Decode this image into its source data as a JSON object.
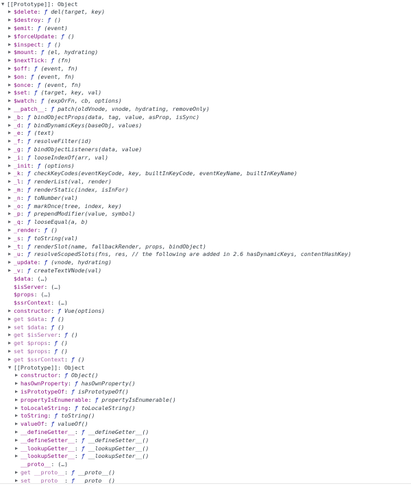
{
  "colors": {
    "key": "#881280",
    "function_keyword": "#0d22aa",
    "text": "#303942"
  },
  "rows": [
    {
      "indent": 0,
      "triangle": "down",
      "key": "[[Prototype]]",
      "value": "Object",
      "kind": "proto"
    },
    {
      "indent": 1,
      "triangle": "right",
      "key": "$delete",
      "value": "del(target, key)",
      "kind": "fn"
    },
    {
      "indent": 1,
      "triangle": "right",
      "key": "$destroy",
      "value": "()",
      "kind": "fn"
    },
    {
      "indent": 1,
      "triangle": "right",
      "key": "$emit",
      "value": "(event)",
      "kind": "fn"
    },
    {
      "indent": 1,
      "triangle": "right",
      "key": "$forceUpdate",
      "value": "()",
      "kind": "fn"
    },
    {
      "indent": 1,
      "triangle": "right",
      "key": "$inspect",
      "value": "()",
      "kind": "fn"
    },
    {
      "indent": 1,
      "triangle": "right",
      "key": "$mount",
      "value": "(el, hydrating)",
      "kind": "fn"
    },
    {
      "indent": 1,
      "triangle": "right",
      "key": "$nextTick",
      "value": "(fn)",
      "kind": "fn"
    },
    {
      "indent": 1,
      "triangle": "right",
      "key": "$off",
      "value": "(event, fn)",
      "kind": "fn"
    },
    {
      "indent": 1,
      "triangle": "right",
      "key": "$on",
      "value": "(event, fn)",
      "kind": "fn"
    },
    {
      "indent": 1,
      "triangle": "right",
      "key": "$once",
      "value": "(event, fn)",
      "kind": "fn"
    },
    {
      "indent": 1,
      "triangle": "right",
      "key": "$set",
      "value": "(target, key, val)",
      "kind": "fn"
    },
    {
      "indent": 1,
      "triangle": "right",
      "key": "$watch",
      "value": "(expOrFn, cb, options)",
      "kind": "fn"
    },
    {
      "indent": 1,
      "triangle": "right",
      "key": "__patch__",
      "value": "patch(oldVnode, vnode, hydrating, removeOnly)",
      "kind": "fn"
    },
    {
      "indent": 1,
      "triangle": "right",
      "key": "_b",
      "value": "bindObjectProps(data, tag, value, asProp, isSync)",
      "kind": "fn"
    },
    {
      "indent": 1,
      "triangle": "right",
      "key": "_d",
      "value": "bindDynamicKeys(baseObj, values)",
      "kind": "fn"
    },
    {
      "indent": 1,
      "triangle": "right",
      "key": "_e",
      "value": "(text)",
      "kind": "fn"
    },
    {
      "indent": 1,
      "triangle": "right",
      "key": "_f",
      "value": "resolveFilter(id)",
      "kind": "fn"
    },
    {
      "indent": 1,
      "triangle": "right",
      "key": "_g",
      "value": "bindObjectListeners(data, value)",
      "kind": "fn"
    },
    {
      "indent": 1,
      "triangle": "right",
      "key": "_i",
      "value": "looseIndexOf(arr, val)",
      "kind": "fn"
    },
    {
      "indent": 1,
      "triangle": "right",
      "key": "_init",
      "value": "(options)",
      "kind": "fn"
    },
    {
      "indent": 1,
      "triangle": "right",
      "key": "_k",
      "value": "checkKeyCodes(eventKeyCode, key, builtInKeyCode, eventKeyName, builtInKeyName)",
      "kind": "fn"
    },
    {
      "indent": 1,
      "triangle": "right",
      "key": "_l",
      "value": "renderList(val, render)",
      "kind": "fn"
    },
    {
      "indent": 1,
      "triangle": "right",
      "key": "_m",
      "value": "renderStatic(index, isInFor)",
      "kind": "fn"
    },
    {
      "indent": 1,
      "triangle": "right",
      "key": "_n",
      "value": "toNumber(val)",
      "kind": "fn"
    },
    {
      "indent": 1,
      "triangle": "right",
      "key": "_o",
      "value": "markOnce(tree, index, key)",
      "kind": "fn"
    },
    {
      "indent": 1,
      "triangle": "right",
      "key": "_p",
      "value": "prependModifier(value, symbol)",
      "kind": "fn"
    },
    {
      "indent": 1,
      "triangle": "right",
      "key": "_q",
      "value": "looseEqual(a, b)",
      "kind": "fn"
    },
    {
      "indent": 1,
      "triangle": "right",
      "key": "_render",
      "value": "()",
      "kind": "fn"
    },
    {
      "indent": 1,
      "triangle": "right",
      "key": "_s",
      "value": "toString(val)",
      "kind": "fn"
    },
    {
      "indent": 1,
      "triangle": "right",
      "key": "_t",
      "value": "renderSlot(name, fallbackRender, props, bindObject)",
      "kind": "fn"
    },
    {
      "indent": 1,
      "triangle": "right",
      "key": "_u",
      "value": "resolveScopedSlots(fns, res, // the following are added in 2.6 hasDynamicKeys, contentHashKey)",
      "kind": "fn"
    },
    {
      "indent": 1,
      "triangle": "right",
      "key": "_update",
      "value": "(vnode, hydrating)",
      "kind": "fn"
    },
    {
      "indent": 1,
      "triangle": "right",
      "key": "_v",
      "value": "createTextVNode(val)",
      "kind": "fn"
    },
    {
      "indent": 1,
      "triangle": "none",
      "key": "$data",
      "value": "(…)",
      "kind": "accessor"
    },
    {
      "indent": 1,
      "triangle": "none",
      "key": "$isServer",
      "value": "(…)",
      "kind": "accessor"
    },
    {
      "indent": 1,
      "triangle": "none",
      "key": "$props",
      "value": "(…)",
      "kind": "accessor"
    },
    {
      "indent": 1,
      "triangle": "none",
      "key": "$ssrContext",
      "value": "(…)",
      "kind": "accessor"
    },
    {
      "indent": 1,
      "triangle": "right",
      "key": "constructor",
      "value": "Vue(options)",
      "kind": "fn"
    },
    {
      "indent": 1,
      "triangle": "right",
      "key": "get $data",
      "value": "()",
      "kind": "fn",
      "dim": true
    },
    {
      "indent": 1,
      "triangle": "right",
      "key": "set $data",
      "value": "()",
      "kind": "fn",
      "dim": true
    },
    {
      "indent": 1,
      "triangle": "right",
      "key": "get $isServer",
      "value": "()",
      "kind": "fn",
      "dim": true
    },
    {
      "indent": 1,
      "triangle": "right",
      "key": "get $props",
      "value": "()",
      "kind": "fn",
      "dim": true
    },
    {
      "indent": 1,
      "triangle": "right",
      "key": "set $props",
      "value": "()",
      "kind": "fn",
      "dim": true
    },
    {
      "indent": 1,
      "triangle": "right",
      "key": "get $ssrContext",
      "value": "()",
      "kind": "fn",
      "dim": true
    },
    {
      "indent": 1,
      "triangle": "down",
      "key": "[[Prototype]]",
      "value": "Object",
      "kind": "proto"
    },
    {
      "indent": 2,
      "triangle": "right",
      "key": "constructor",
      "value": "Object()",
      "kind": "fn"
    },
    {
      "indent": 2,
      "triangle": "right",
      "key": "hasOwnProperty",
      "value": "hasOwnProperty()",
      "kind": "fn"
    },
    {
      "indent": 2,
      "triangle": "right",
      "key": "isPrototypeOf",
      "value": "isPrototypeOf()",
      "kind": "fn"
    },
    {
      "indent": 2,
      "triangle": "right",
      "key": "propertyIsEnumerable",
      "value": "propertyIsEnumerable()",
      "kind": "fn"
    },
    {
      "indent": 2,
      "triangle": "right",
      "key": "toLocaleString",
      "value": "toLocaleString()",
      "kind": "fn"
    },
    {
      "indent": 2,
      "triangle": "right",
      "key": "toString",
      "value": "toString()",
      "kind": "fn"
    },
    {
      "indent": 2,
      "triangle": "right",
      "key": "valueOf",
      "value": "valueOf()",
      "kind": "fn"
    },
    {
      "indent": 2,
      "triangle": "right",
      "key": "__defineGetter__",
      "value": "__defineGetter__()",
      "kind": "fn"
    },
    {
      "indent": 2,
      "triangle": "right",
      "key": "__defineSetter__",
      "value": "__defineSetter__()",
      "kind": "fn"
    },
    {
      "indent": 2,
      "triangle": "right",
      "key": "__lookupGetter__",
      "value": "__lookupGetter__()",
      "kind": "fn"
    },
    {
      "indent": 2,
      "triangle": "right",
      "key": "__lookupSetter__",
      "value": "__lookupSetter__()",
      "kind": "fn"
    },
    {
      "indent": 2,
      "triangle": "none",
      "key": "__proto__",
      "value": "(…)",
      "kind": "accessor"
    },
    {
      "indent": 2,
      "triangle": "right",
      "key": "get __proto__",
      "value": "__proto__()",
      "kind": "fn",
      "dim": true
    },
    {
      "indent": 2,
      "triangle": "right",
      "key": "set __proto__",
      "value": "__proto__()",
      "kind": "fn",
      "dim": true
    }
  ]
}
